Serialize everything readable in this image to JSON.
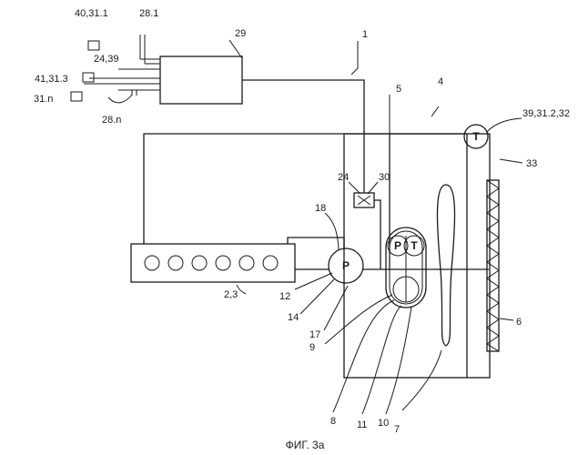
{
  "caption": "ФИГ. 3а",
  "symbols": {
    "pump": "P",
    "sensor_p": "P",
    "sensor_t": "T",
    "temp": "T"
  },
  "labels": {
    "l40_31_1": "40,31.1",
    "l28_1": "28.1",
    "l29": "29",
    "l1": "1",
    "l24_39": "24,39",
    "l41_31_3": "41,31.3",
    "l31_n": "31.n",
    "l28_n": "28.n",
    "l5": "5",
    "l4": "4",
    "l39_31_2_32": "39,31.2,32",
    "l33": "33",
    "l24": "24",
    "l30": "30",
    "l18": "18",
    "l12": "12",
    "l2_3": "2,3",
    "l14": "14",
    "l17": "17",
    "l9": "9",
    "l6": "6",
    "l8": "8",
    "l11": "11",
    "l10": "10",
    "l7": "7"
  }
}
